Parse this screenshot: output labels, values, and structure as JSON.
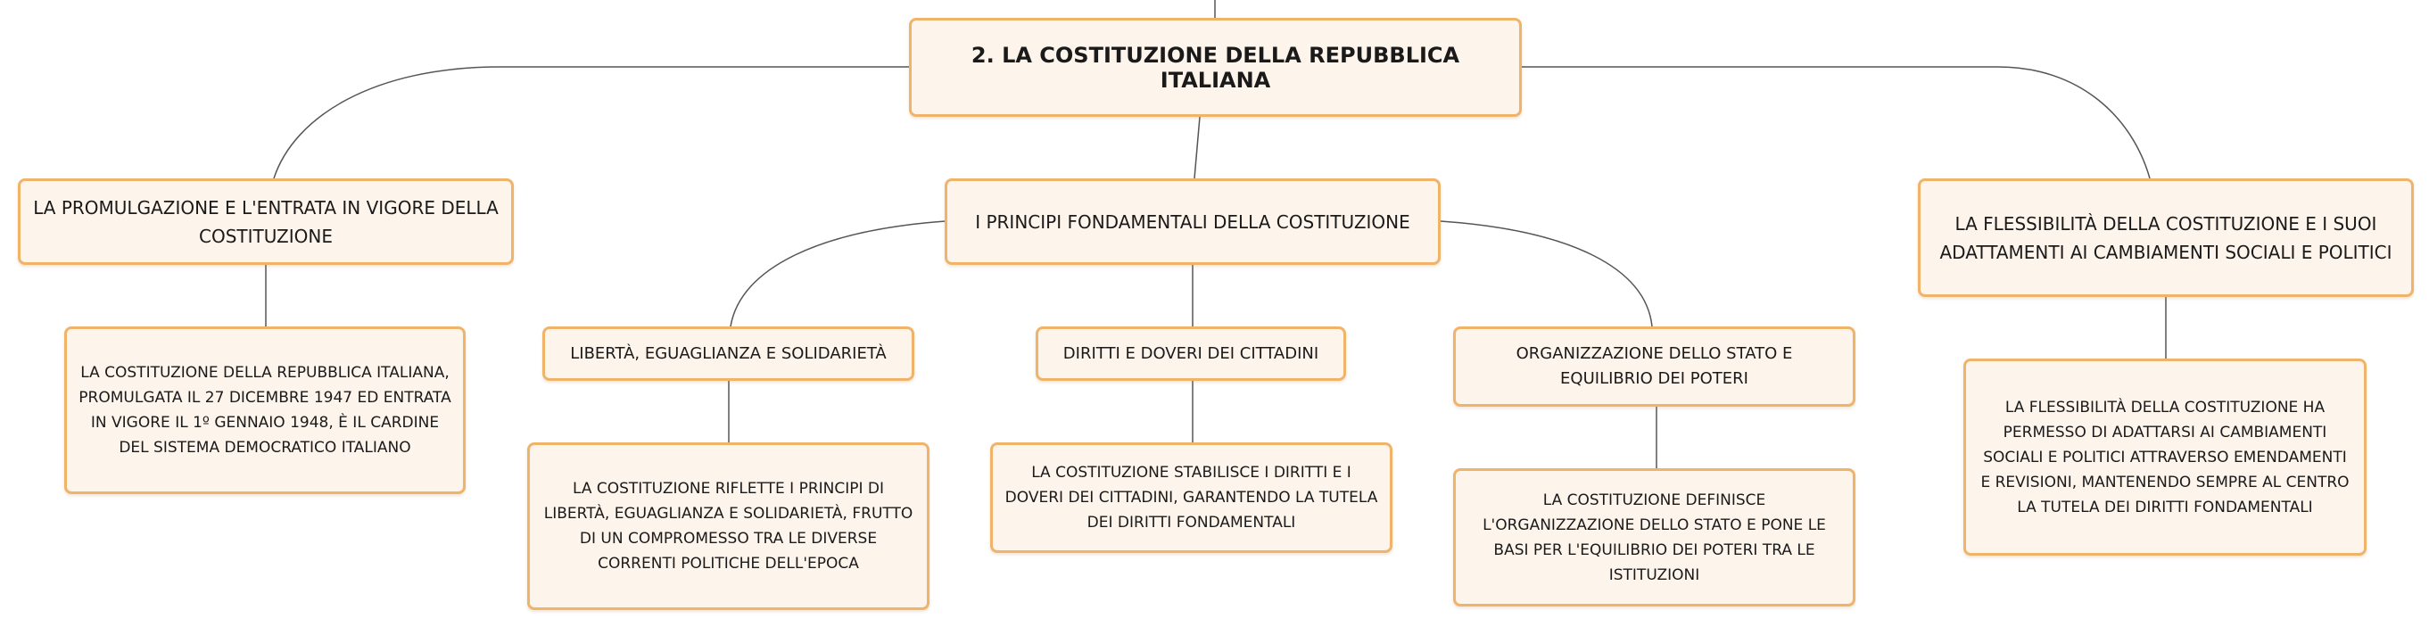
{
  "map": {
    "root": "2. LA COSTITUZIONE DELLA REPUBBLICA ITALIANA",
    "promulgazione": {
      "title": "LA PROMULGAZIONE E L'ENTRATA IN VIGORE DELLA COSTITUZIONE",
      "detail": "LA COSTITUZIONE DELLA REPUBBLICA ITALIANA, PROMULGATA IL 27 DICEMBRE 1947 ED ENTRATA IN VIGORE IL 1º GENNAIO 1948, È IL CARDINE DEL SISTEMA DEMOCRATICO ITALIANO"
    },
    "principi": {
      "title": "I PRINCIPI FONDAMENTALI DELLA COSTITUZIONE",
      "liberta": {
        "title": "LIBERTÀ, EGUAGLIANZA E SOLIDARIETÀ",
        "detail": "LA COSTITUZIONE RIFLETTE I PRINCIPI DI LIBERTÀ, EGUAGLIANZA E SOLIDARIETÀ, FRUTTO DI UN COMPROMESSO TRA LE DIVERSE CORRENTI POLITICHE DELL'EPOCA"
      },
      "diritti": {
        "title": "DIRITTI E DOVERI DEI CITTADINI",
        "detail": "LA COSTITUZIONE STABILISCE I DIRITTI E I DOVERI DEI CITTADINI, GARANTENDO LA TUTELA DEI DIRITTI FONDAMENTALI"
      },
      "organizzazione": {
        "title": "ORGANIZZAZIONE DELLO STATO E EQUILIBRIO DEI POTERI",
        "detail": "LA COSTITUZIONE DEFINISCE L'ORGANIZZAZIONE DELLO STATO E PONE LE BASI PER L'EQUILIBRIO DEI POTERI TRA LE ISTITUZIONI"
      }
    },
    "flessibilita": {
      "title": "LA FLESSIBILITÀ DELLA COSTITUZIONE E I SUOI ADATTAMENTI AI CAMBIAMENTI SOCIALI E POLITICI",
      "detail": "LA FLESSIBILITÀ DELLA COSTITUZIONE HA PERMESSO DI ADATTARSI AI CAMBIAMENTI SOCIALI E POLITICI ATTRAVERSO EMENDAMENTI E REVISIONI, MANTENENDO SEMPRE AL CENTRO LA TUTELA DEI DIRITTI FONDAMENTALI"
    }
  },
  "colors": {
    "node_fill": "#fdf4ec",
    "node_border": "#f0b36a",
    "connector": "#555555"
  }
}
